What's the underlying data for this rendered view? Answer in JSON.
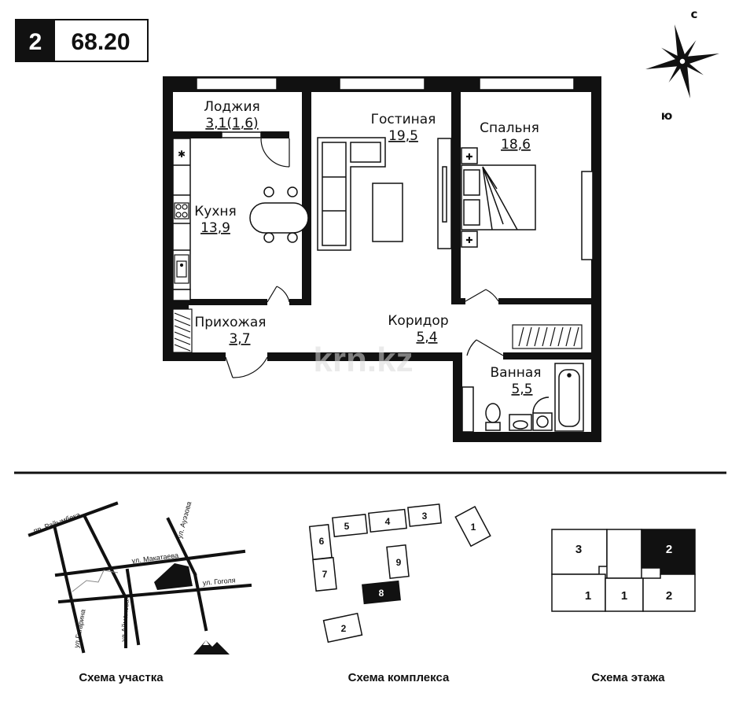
{
  "header": {
    "rooms": "2",
    "area": "68.20"
  },
  "compass": {
    "north": "с",
    "south": "ю"
  },
  "rooms": {
    "loggia": {
      "name": "Лоджия",
      "area": "3,1(1,6)"
    },
    "living": {
      "name": "Гостиная",
      "area": "19,5"
    },
    "bedroom": {
      "name": "Спальня",
      "area": "18,6"
    },
    "kitchen": {
      "name": "Кухня",
      "area": "13,9"
    },
    "hallway": {
      "name": "Прихожая",
      "area": "3,7"
    },
    "corridor": {
      "name": "Коридор",
      "area": "5,4"
    },
    "bathroom": {
      "name": "Ванная",
      "area": "5,5"
    }
  },
  "watermark": "krn.kz",
  "site_scheme": {
    "caption": "Схема участка",
    "streets": [
      "пр. Райымбека",
      "ул. Ауэзова",
      "ул. Макатаева",
      "ул. Гоголя",
      "ул.Гагарина",
      "ул.Айманова"
    ]
  },
  "complex_scheme": {
    "caption": "Схема комплекса",
    "buildings": [
      "1",
      "2",
      "3",
      "4",
      "5",
      "6",
      "7",
      "8",
      "9"
    ],
    "highlighted": "8"
  },
  "floor_scheme": {
    "caption": "Схема этажа",
    "units": [
      "3",
      "2",
      "1",
      "1",
      "2"
    ],
    "highlighted_index": 1
  }
}
